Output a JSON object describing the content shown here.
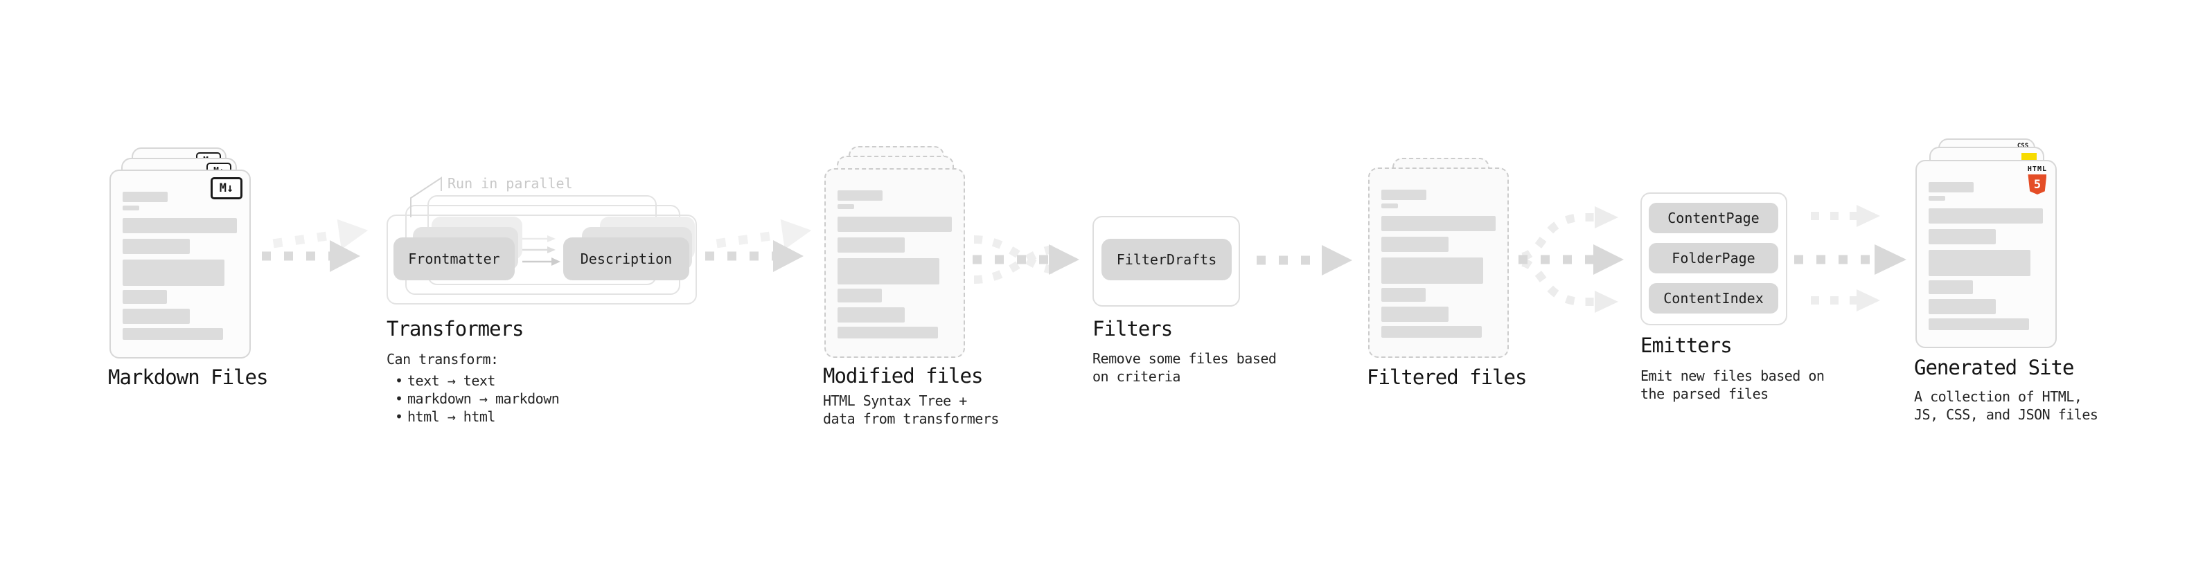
{
  "stages": {
    "markdown_files": {
      "title": "Markdown Files"
    },
    "transformers": {
      "title": "Transformers",
      "note": "Run in parallel",
      "pill_left": "Frontmatter",
      "pill_right": "Description",
      "body_heading": "Can transform:",
      "bullet_glyph": "•",
      "bullets": [
        "text → text",
        "markdown → markdown",
        "html → html"
      ]
    },
    "modified_files": {
      "title": "Modified files",
      "subtitle": "HTML Syntax Tree +\ndata from transformers"
    },
    "filters": {
      "title": "Filters",
      "pill": "FilterDrafts",
      "subtitle": "Remove some files based\non criteria"
    },
    "filtered_files": {
      "title": "Filtered files"
    },
    "emitters": {
      "title": "Emitters",
      "pills": [
        "ContentPage",
        "FolderPage",
        "ContentIndex"
      ],
      "subtitle": "Emit new files based on\nthe parsed files"
    },
    "generated_site": {
      "title": "Generated Site",
      "subtitle": "A collection of HTML,\nJS, CSS, and JSON files"
    }
  },
  "icons": {
    "markdown_glyph": "M↓",
    "html5_badge_label": "HTML",
    "html5_badge_number": "5",
    "css_badge_label": "CSS"
  },
  "colors": {
    "html5_orange": "#e44d26",
    "js_yellow": "#f7db00",
    "css_blue": "#2d63e8",
    "arrow_dark": "#d8d8d8",
    "arrow_light": "#eeeeee",
    "pill_gray": "#d8d8d8"
  }
}
